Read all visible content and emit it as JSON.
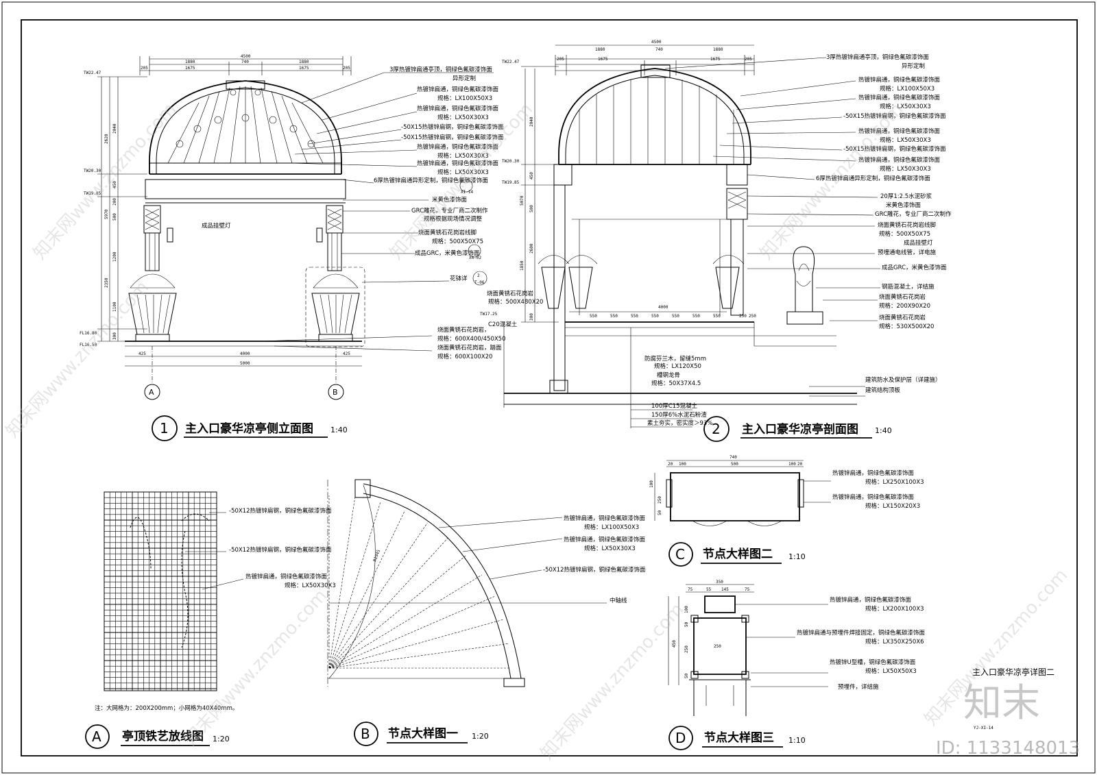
{
  "views": {
    "v1": {
      "number": "1",
      "title": "主入口豪华凉亭侧立面图",
      "scale": "1:40"
    },
    "v2": {
      "number": "2",
      "title": "主入口豪华凉亭剖面图",
      "scale": "1:40"
    },
    "vA": {
      "number": "A",
      "title": "亭顶铁艺放线图",
      "scale": "1:20"
    },
    "vB": {
      "number": "B",
      "title": "节点大样图一",
      "scale": "1:20"
    },
    "vC": {
      "number": "C",
      "title": "节点大样图二",
      "scale": "1:10"
    },
    "vD": {
      "number": "D",
      "title": "节点大样图三",
      "scale": "1:10"
    }
  },
  "elevation": {
    "axis_a": "A",
    "axis_b": "B",
    "dims_top": [
      "4500",
      "1880",
      "740",
      "1880",
      "205",
      "1675",
      "1675",
      "205"
    ],
    "dims_bottom": [
      "425",
      "4000",
      "425",
      "5000"
    ],
    "dims_side": [
      "2620",
      "2040",
      "450",
      "5970",
      "200",
      "500",
      "1200",
      "2350",
      "1100",
      "300"
    ],
    "levels": [
      "TW22.47",
      "TW20.30",
      "TW19.85",
      "FL16.80",
      "FL16.50"
    ],
    "lamp_label": "成品挂壁灯",
    "notes": [
      "3厚热镀锌扁通亭顶，铜绿色氟碳漆饰面",
      "异形定制",
      "热镀锌扁通，铜绿色氟碳漆饰面",
      "规格：LX100X50X3",
      "热镀锌扁通，铜绿色氟碳漆饰面",
      "规格：LX50X30X3",
      "-50X15热镀锌扁钢，铜绿色氟碳漆饰面",
      "-50X15热镀锌扁钢，铜绿色氟碳漆饰面",
      "热镀锌扁通，铜绿色氟碳漆饰面",
      "规格：LX50X30X3",
      "热镀锌扁通，铜绿色氟碳漆饰面",
      "规格：LX50X30X3",
      "6厚热镀锌扁通异形定制，铜绿色氟碳漆饰面",
      "米黄色漆饰面",
      "GRC雕花，专业厂商二次制作",
      "规格根据现场情况调整",
      "烧面黄锈石花岗岩线脚",
      "规格：500X50X75",
      "成品GRC，米黄色漆饰面",
      "花钵详",
      "烧面黄锈石花岗岩，",
      "规格：600X400/450X50",
      "烧面黄锈石花岗岩，踏面",
      "规格：600X100X20"
    ],
    "refs": [
      "XI-14",
      "X4-02",
      "2",
      "T-06"
    ]
  },
  "section": {
    "dims_top": [
      "4500",
      "1880",
      "740",
      "1880",
      "205",
      "1675",
      "1675",
      "205"
    ],
    "dims_side": [
      "2040",
      "450",
      "5070",
      "500",
      "1850",
      "2600",
      "300"
    ],
    "levels": [
      "TW22.47",
      "TW20.30",
      "TW19.85",
      "TW17.25"
    ],
    "deck_dims": [
      "4000",
      "550",
      "550",
      "550",
      "550",
      "550",
      "550",
      "550",
      "250",
      "250"
    ],
    "left_notes": [
      "烧面黄锈石花岗岩",
      "规格：500X480X20",
      "C20混凝土"
    ],
    "bottom_notes": [
      "防腐芬兰木，留缝5mm",
      "规格：LX120X50",
      "槽钢龙骨",
      "规格：50X37X4.5",
      "100厚C15混凝土",
      "150厚6%水泥石粉渣",
      "素土夯实，密实度＞93%"
    ],
    "notes": [
      "3厚热镀锌扁通亭顶，铜绿色氟碳漆饰面",
      "异形定制",
      "热镀锌扁通，铜绿色氟碳漆饰面",
      "规格：LX100X50X3",
      "热镀锌扁通，铜绿色氟碳漆饰面",
      "规格：LX50X30X3",
      "-50X15热镀锌扁钢，铜绿色氟碳漆饰面",
      "热镀锌扁通，铜绿色氟碳漆饰面",
      "规格：LX50X30X3",
      "-50X15热镀锌扁钢，铜绿色氟碳漆饰面",
      "热镀锌扁通，铜绿色氟碳漆饰面",
      "规格：LX50X30X3",
      "6厚热镀锌扁通异形定制，铜绿色氟碳漆饰面",
      "20厚1:2.5水泥砂浆",
      "米黄色漆饰面",
      "GRC雕花，专业厂商二次制作",
      "烧面黄锈石花岗岩线脚",
      "规格：500X50X75",
      "成品挂壁灯",
      "预埋通电线管，详电施",
      "成品GRC，米黄色漆饰面",
      "钢筋混凝土，详结施",
      "烧面黄锈石花岗岩",
      "规格：200X90X20",
      "烧面黄锈石花岗岩",
      "规格：530X500X20"
    ],
    "right_bottom_notes": [
      "建筑防水及保护层（详建施）",
      "建筑结构顶板"
    ]
  },
  "grid": {
    "notes": [
      "-50X12热镀锌扁钢，铜绿色氟碳漆饰面",
      "-50X12热镀锌扁钢，铜绿色氟碳漆饰面",
      "热镀锌扁通，铜绿色氟碳漆饰面",
      "规格：LX50X30X3"
    ],
    "footnote": "注：大网格为：200X200mm；小网格为40X40mm。"
  },
  "arc": {
    "radius_label": "R1945",
    "notes": [
      "热镀锌扁通，铜绿色氟碳漆饰面",
      "规格：LX100X50X3",
      "热镀锌扁通，铜绿色氟碳漆饰面",
      "规格：LX50X30X3",
      "-50X12热镀锌扁钢，铜绿色氟碳漆饰面",
      "中轴线"
    ]
  },
  "detail2": {
    "dims": [
      "740",
      "20",
      "100",
      "500",
      "100",
      "20",
      "100",
      "250",
      "50"
    ],
    "notes": [
      "热镀锌扁通，铜绿色氟碳漆饰面",
      "规格：LX250X100X3",
      "热镀锌扁通，铜绿色氟碳漆饰面",
      "规格：LX150X20X3"
    ]
  },
  "detail3": {
    "dims": [
      "350",
      "75",
      "55",
      "145",
      "75",
      "100",
      "50",
      "450",
      "250",
      "50",
      "250"
    ],
    "notes": [
      "热镀锌扁通，铜绿色氟碳漆饰面",
      "规格：LX200X100X3",
      "热镀锌扁通与预埋件焊接固定，铜绿色氟碳漆饰面",
      "规格：LX350X250X6",
      "热镀锌U型槽，铜绿色氟碳漆饰面",
      "规格：LX50X50X3",
      "预埋件，详结施"
    ]
  },
  "sheet": {
    "title": "主入口豪华凉亭详图二",
    "code": "YJ-XI-14",
    "watermark_logo": "知末",
    "watermark_id": "ID: 1133148013",
    "watermark_text": "知末网www.znzmo.com"
  }
}
